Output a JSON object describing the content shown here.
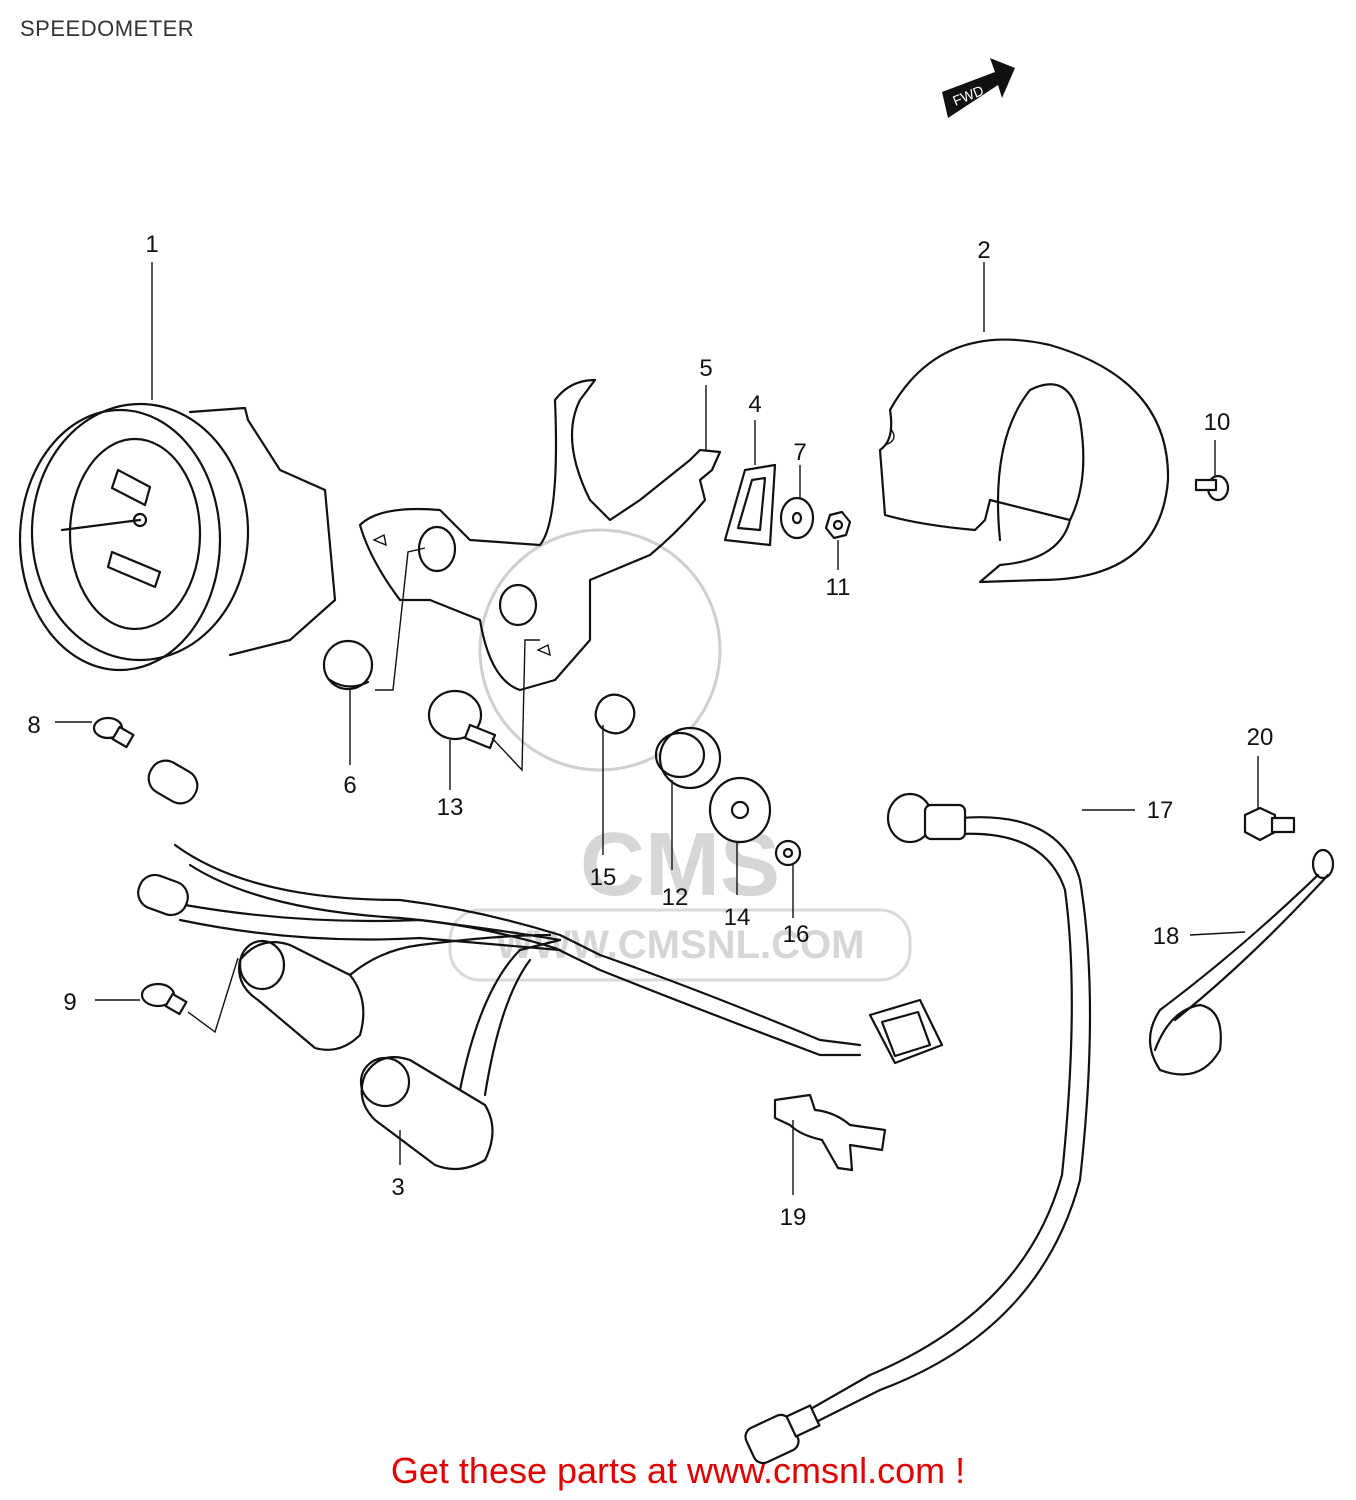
{
  "page": {
    "title": "SPEEDOMETER",
    "promo": "Get these parts at www.cmsnl.com !"
  },
  "fwd_label": "FWD",
  "watermark": {
    "text": "WWW.CMSNL.COM",
    "logo": "CMS",
    "color": "#d6d6d6"
  },
  "colors": {
    "line": "#111111",
    "promo": "#e00000"
  },
  "parts": [
    {
      "id": "1"
    },
    {
      "id": "2"
    },
    {
      "id": "3"
    },
    {
      "id": "4"
    },
    {
      "id": "5"
    },
    {
      "id": "6"
    },
    {
      "id": "7"
    },
    {
      "id": "8"
    },
    {
      "id": "9"
    },
    {
      "id": "10"
    },
    {
      "id": "11"
    },
    {
      "id": "12"
    },
    {
      "id": "13"
    },
    {
      "id": "14"
    },
    {
      "id": "15"
    },
    {
      "id": "16"
    },
    {
      "id": "17"
    },
    {
      "id": "18"
    },
    {
      "id": "19"
    },
    {
      "id": "20"
    }
  ]
}
